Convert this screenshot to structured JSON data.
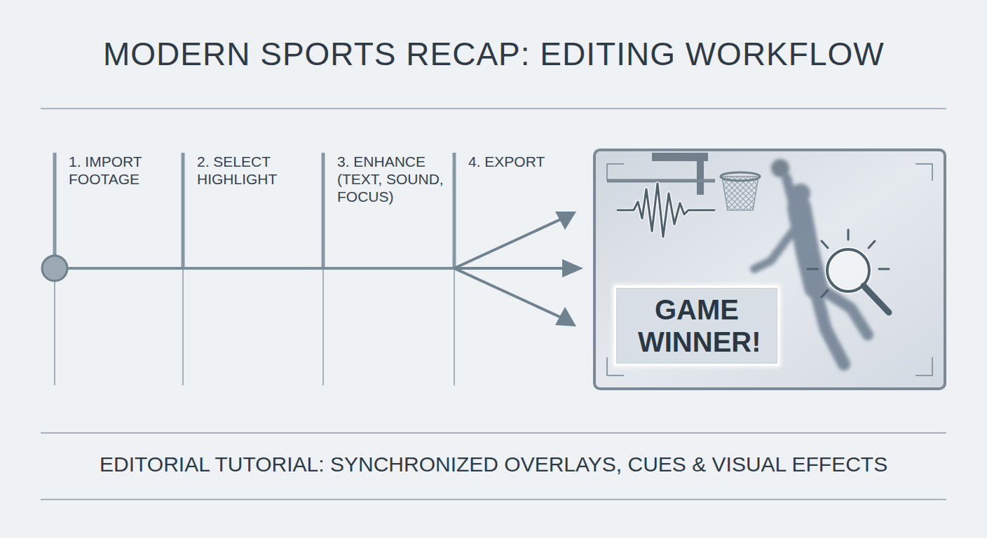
{
  "diagram": {
    "title": "MODERN SPORTS RECAP: EDITING WORKFLOW",
    "caption": "EDITORIAL TUTORIAL: SYNCHRONIZED OVERLAYS, CUES & VISUAL EFFECTS",
    "nodes": [
      {
        "text": [
          "GAME WINNER!"
        ]
      }
    ],
    "labels": [
      "1. IMPORT FOOTAGE",
      "2. SELECT HIGHLIGHT",
      "3. ENHANCE (TEXT, SOUND, FOCUS)",
      "4. EXPORT"
    ]
  }
}
